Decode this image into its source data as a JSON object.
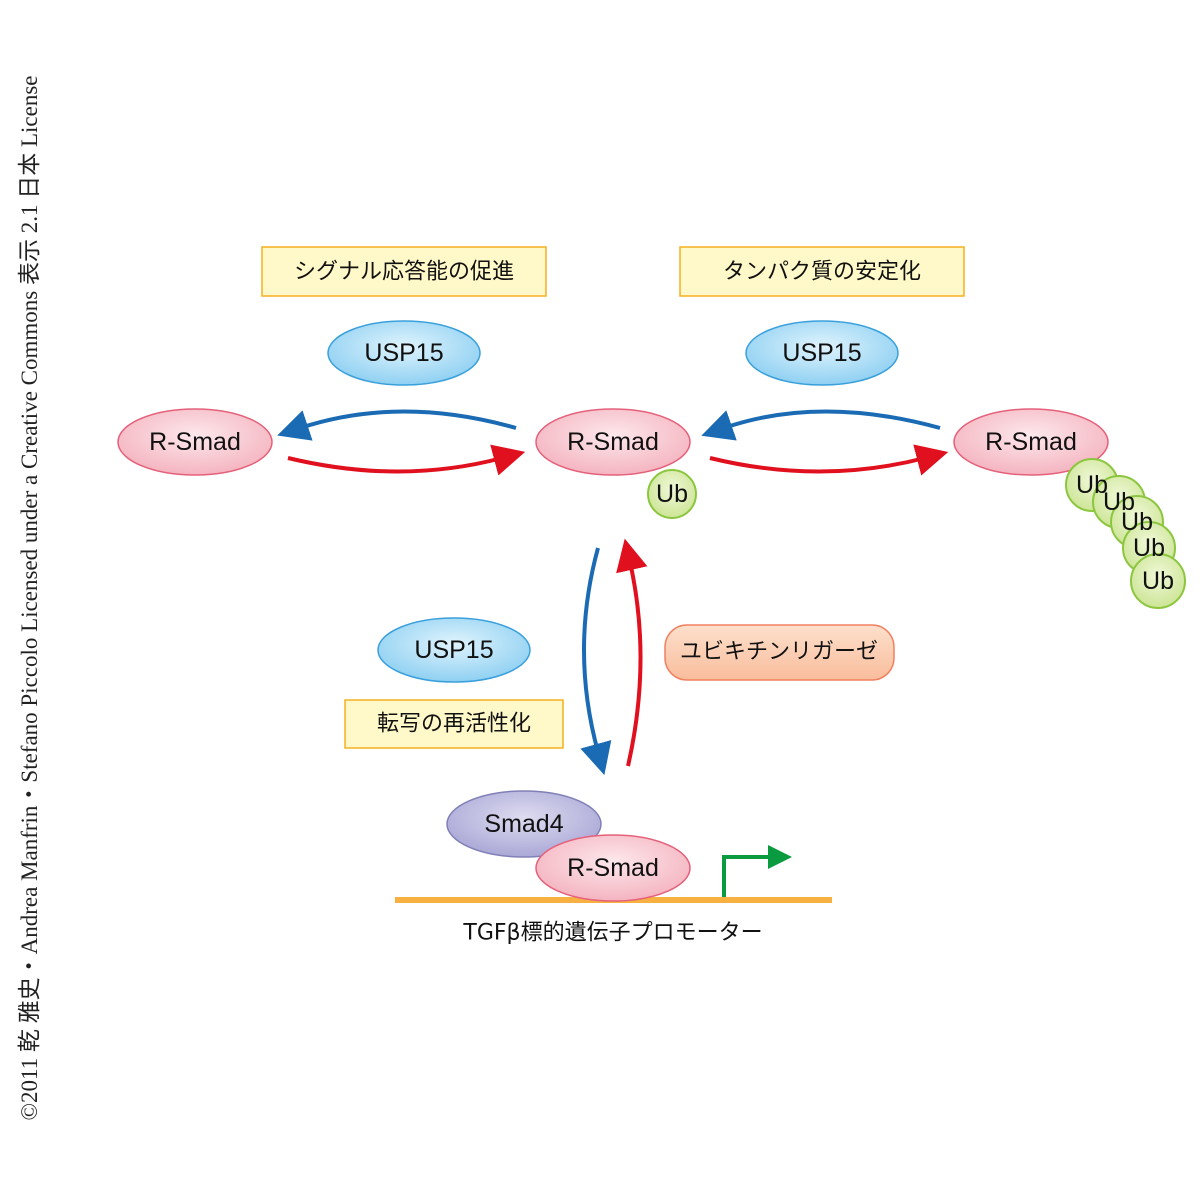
{
  "credit": "©2011 乾 雅史・Andrea Manfrin・Stefano Piccolo Licensed under a Creative Commons 表示 2.1 日本 License",
  "labels": {
    "signal_box": "シグナル応答能の促進",
    "stability_box": "タンパク質の安定化",
    "reactivation_box": "転写の再活性化",
    "ligase": "ユビキチンリガーゼ",
    "promoter": "TGFβ標的遺伝子プロモーター"
  },
  "nodes": {
    "rsmad": "R-Smad",
    "usp15": "USP15",
    "ub": "Ub",
    "smad4": "Smad4"
  },
  "colors": {
    "deubiquitination_arrow": "#1a6ab4",
    "ubiquitination_arrow": "#e0101e",
    "promoter_line": "#f7b042",
    "transcription_arrow": "#0a9a40"
  }
}
